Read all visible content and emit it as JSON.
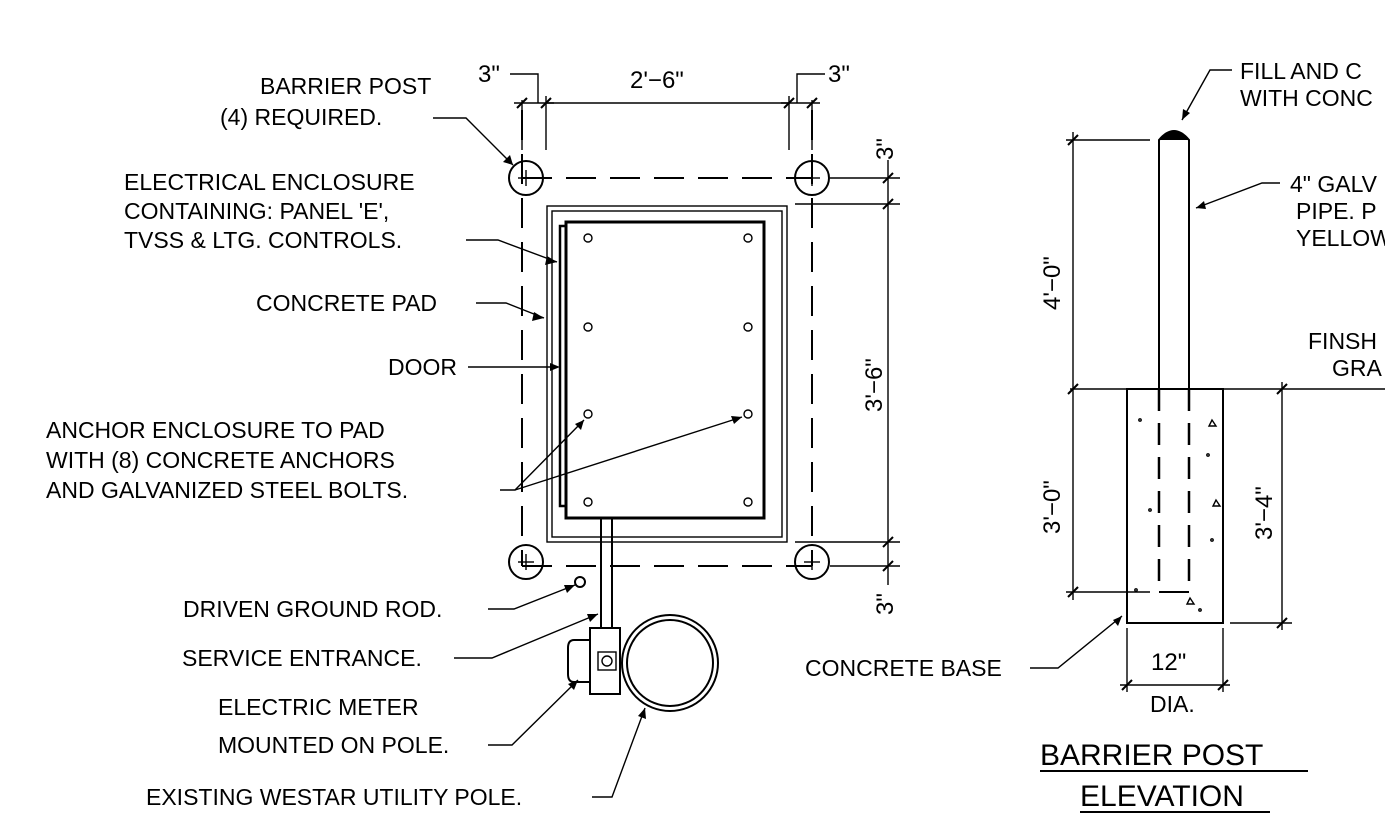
{
  "plan": {
    "labels": {
      "barrier_post_1": "BARRIER POST",
      "barrier_post_2": "(4) REQUIRED.",
      "enclosure_1": "ELECTRICAL ENCLOSURE",
      "enclosure_2": "CONTAINING: PANEL 'E',",
      "enclosure_3": "TVSS & LTG. CONTROLS.",
      "concrete_pad": "CONCRETE PAD",
      "door": "DOOR",
      "anchor_1": "ANCHOR ENCLOSURE TO PAD",
      "anchor_2": "WITH (8) CONCRETE ANCHORS",
      "anchor_3": "AND GALVANIZED STEEL BOLTS.",
      "ground_rod": "DRIVEN GROUND ROD.",
      "service_entrance": "SERVICE ENTRANCE.",
      "meter_1": "ELECTRIC METER",
      "meter_2": "MOUNTED ON POLE.",
      "utility_pole": "EXISTING WESTAR UTILITY POLE."
    },
    "dims": {
      "top_left": "3\"",
      "top_mid": "2'−6\"",
      "top_right": "3\"",
      "right_top": "3\"",
      "right_mid": "3'−6\"",
      "right_bottom": "3\""
    }
  },
  "elevation": {
    "labels": {
      "fill_1": "FILL AND C",
      "fill_2": "WITH CONC",
      "pipe_1": "4\" GALV",
      "pipe_2": "PIPE. P",
      "pipe_3": "YELLOW",
      "grade_1": "FINSH",
      "grade_2": "GRA",
      "concrete_base": "CONCRETE BASE"
    },
    "dims": {
      "above": "4'−0\"",
      "embed": "3'−0\"",
      "base": "3'−4\"",
      "diameter": "12\"",
      "dia": "DIA."
    },
    "title_1": "BARRIER POST",
    "title_2": "ELEVATION"
  }
}
